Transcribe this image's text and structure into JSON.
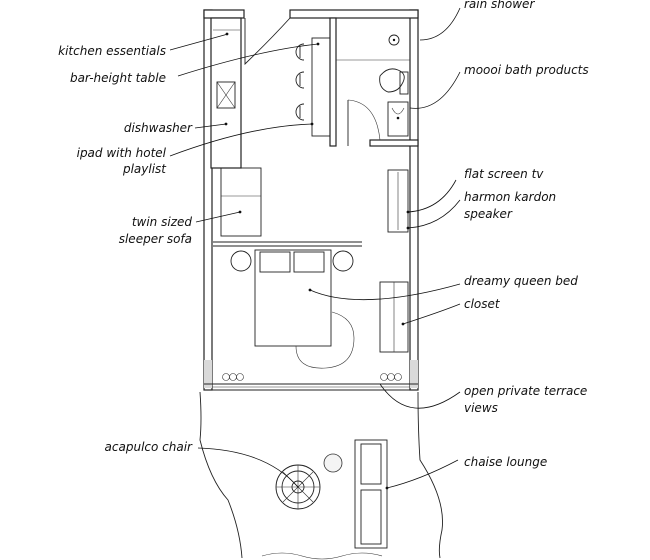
{
  "labels": {
    "rain_shower": "rain shower",
    "kitchen_essentials": "kitchen essentials",
    "bar_height_table": "bar-height table",
    "moooi_bath_products": "moooi bath products",
    "dishwasher": "dishwasher",
    "ipad_line1": "ipad with hotel",
    "ipad_line2": "playlist",
    "flat_screen_tv": "flat screen tv",
    "harmon_line1": "harmon kardon",
    "harmon_line2": "speaker",
    "sofa_line1": "twin sized",
    "sofa_line2": "sleeper sofa",
    "dreamy_queen_bed": "dreamy queen bed",
    "closet": "closet",
    "terrace_line1": "open private terrace",
    "terrace_line2": "views",
    "acapulco_chair": "acapulco chair",
    "chaise_lounge": "chaise lounge"
  }
}
